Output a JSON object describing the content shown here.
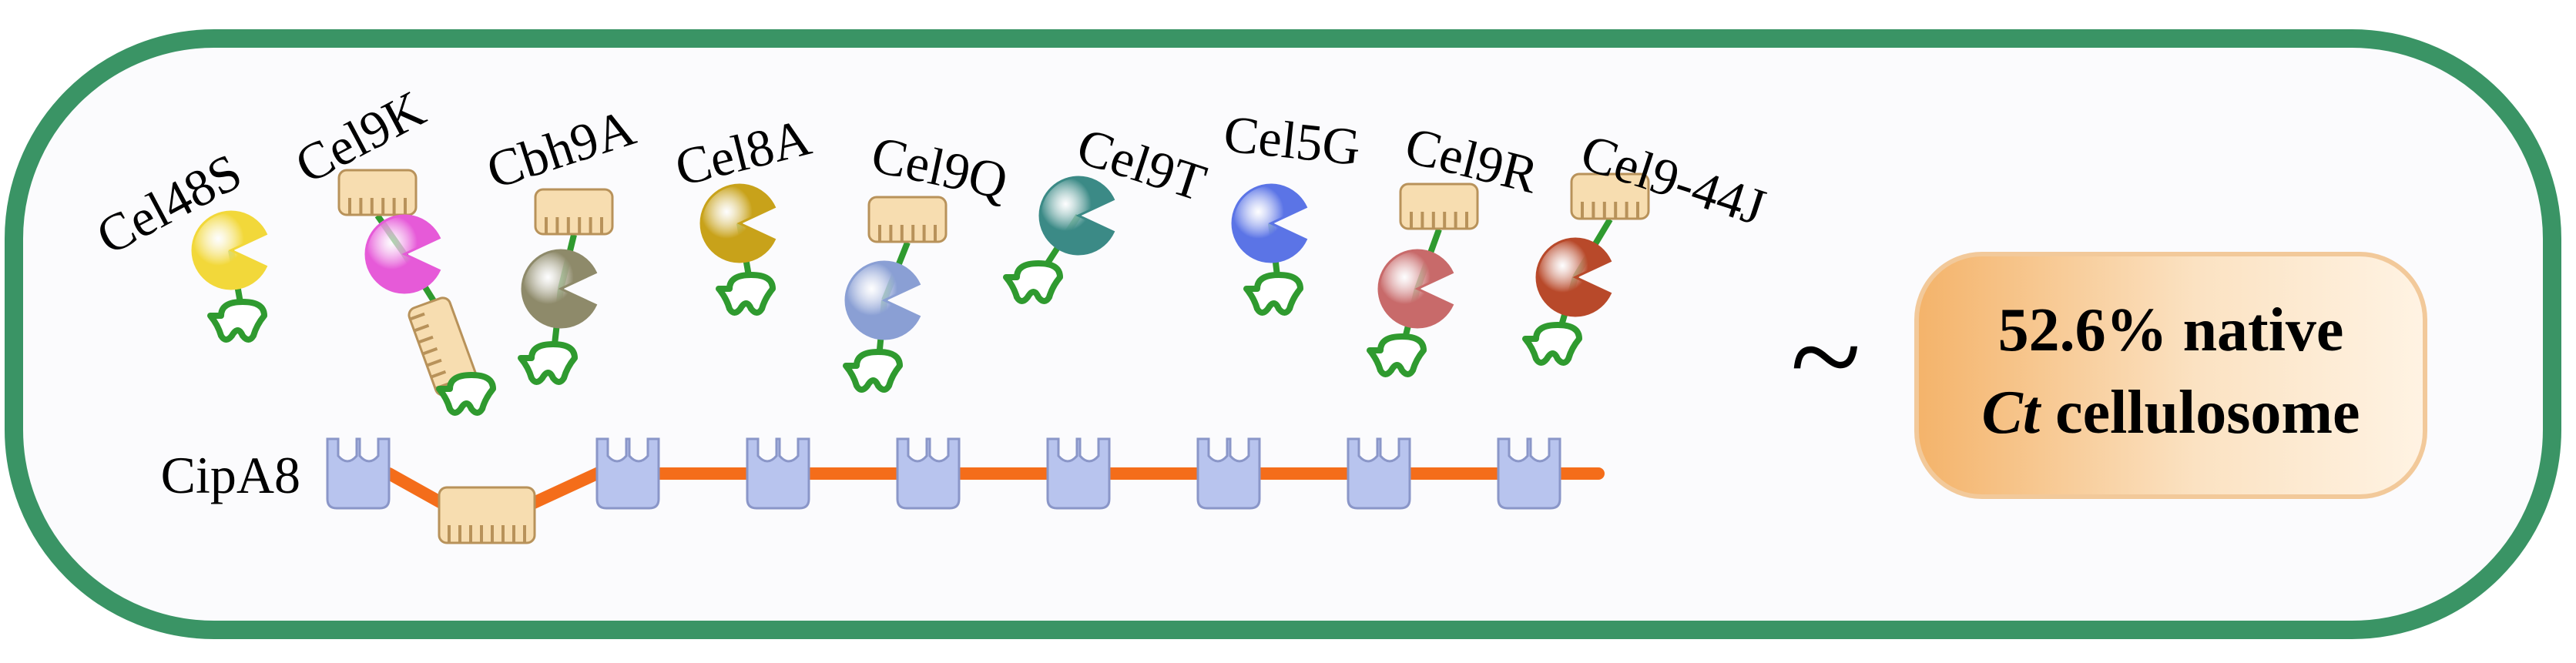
{
  "enzymes": [
    {
      "name": "Cel48S",
      "color": "#f2d83a",
      "modules": [
        "catalytic",
        "dockerin"
      ]
    },
    {
      "name": "Cel9K",
      "color": "#e65ad8",
      "modules": [
        "cbm",
        "catalytic",
        "cbm_ridge",
        "dockerin"
      ]
    },
    {
      "name": "Cbh9A",
      "color": "#8e8a6a",
      "modules": [
        "cbm",
        "catalytic",
        "dockerin"
      ]
    },
    {
      "name": "Cel8A",
      "color": "#c8a21a",
      "modules": [
        "catalytic",
        "dockerin"
      ]
    },
    {
      "name": "Cel9Q",
      "color": "#8a9fd4",
      "modules": [
        "cbm",
        "catalytic",
        "dockerin"
      ]
    },
    {
      "name": "Cel9T",
      "color": "#3b8a86",
      "modules": [
        "catalytic",
        "dockerin"
      ]
    },
    {
      "name": "Cel5G",
      "color": "#5b74e6",
      "modules": [
        "catalytic",
        "dockerin"
      ]
    },
    {
      "name": "Cel9R",
      "color": "#c86a6a",
      "modules": [
        "cbm",
        "catalytic",
        "dockerin"
      ]
    },
    {
      "name": "Cel9-44J",
      "color": "#b8492a",
      "modules": [
        "cbm",
        "catalytic",
        "dockerin"
      ]
    }
  ],
  "scaffoldin": {
    "name": "CipA8",
    "cohesin_count": 8,
    "has_cbm": true,
    "linker_color": "#f46d1a",
    "cohesin_color": "#b8c4ee"
  },
  "comparison": {
    "symbol": "~",
    "line1": "52.6% native",
    "line2_italic": "Ct",
    "line2_rest": " cellulosome"
  },
  "colors": {
    "frame": "#3a9465",
    "dockerin": "#2f9a2f",
    "cbm": "#f7ddb0"
  }
}
